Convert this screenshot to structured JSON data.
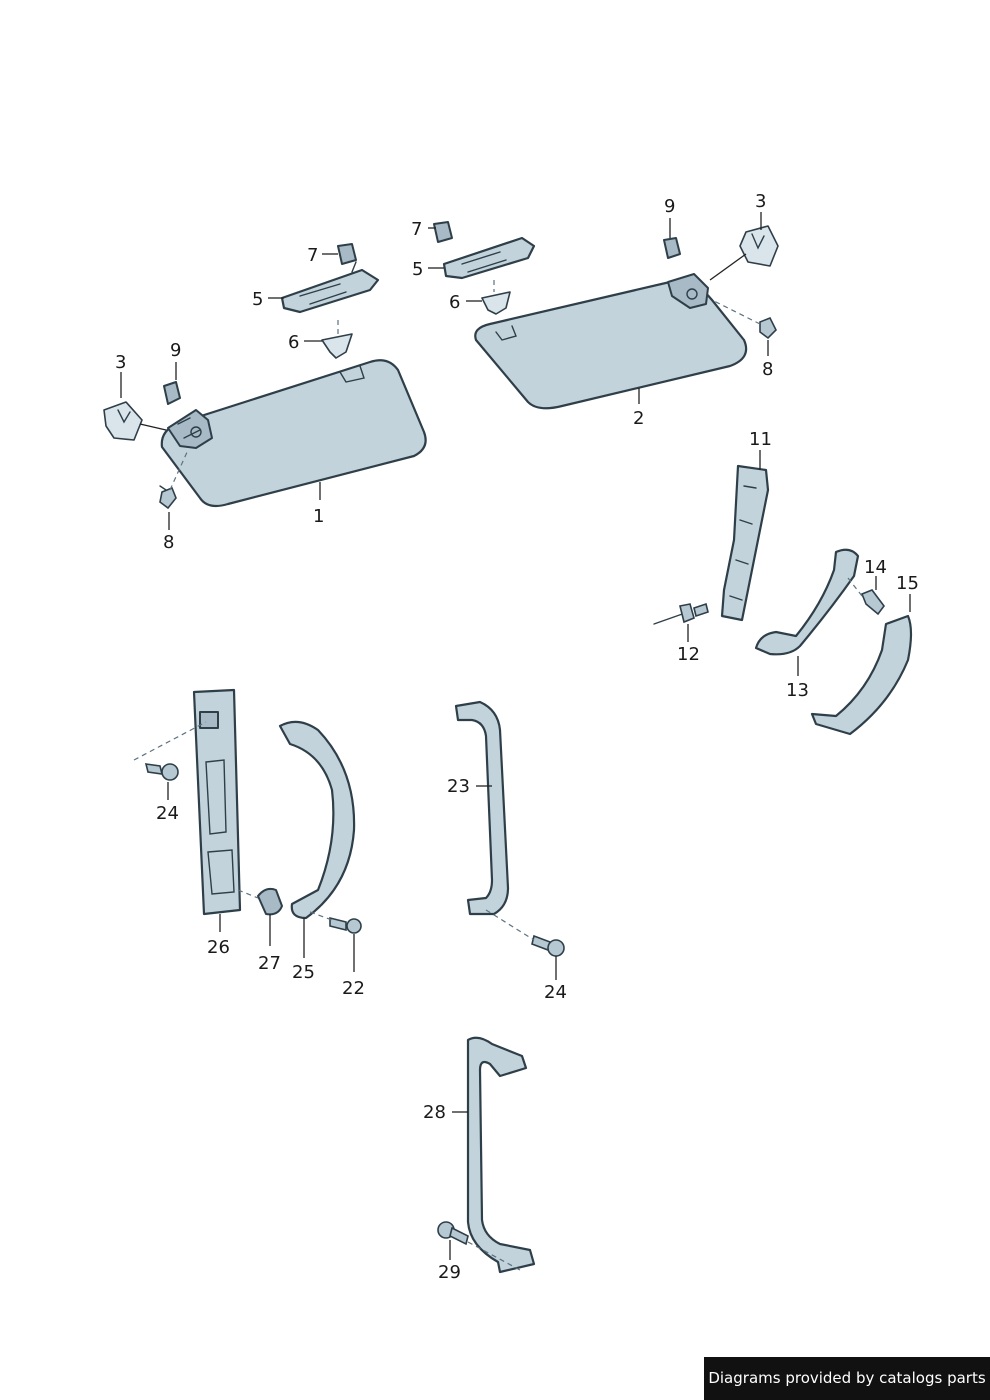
{
  "callouts": {
    "c1": "1",
    "c2": "2",
    "c3a": "3",
    "c3b": "3",
    "c5a": "5",
    "c5b": "5",
    "c6a": "6",
    "c6b": "6",
    "c7a": "7",
    "c7b": "7",
    "c8a": "8",
    "c8b": "8",
    "c9a": "9",
    "c9b": "9",
    "c11": "11",
    "c12": "12",
    "c13": "13",
    "c14": "14",
    "c15": "15",
    "c22": "22",
    "c23": "23",
    "c24a": "24",
    "c24b": "24",
    "c25": "25",
    "c26": "26",
    "c27": "27",
    "c28": "28",
    "c29": "29"
  },
  "credit": "Diagrams provided by catalogs parts",
  "colors": {
    "part_fill": "#c3d3dc",
    "outline": "#2f3f49",
    "credit_bg": "#111111"
  }
}
